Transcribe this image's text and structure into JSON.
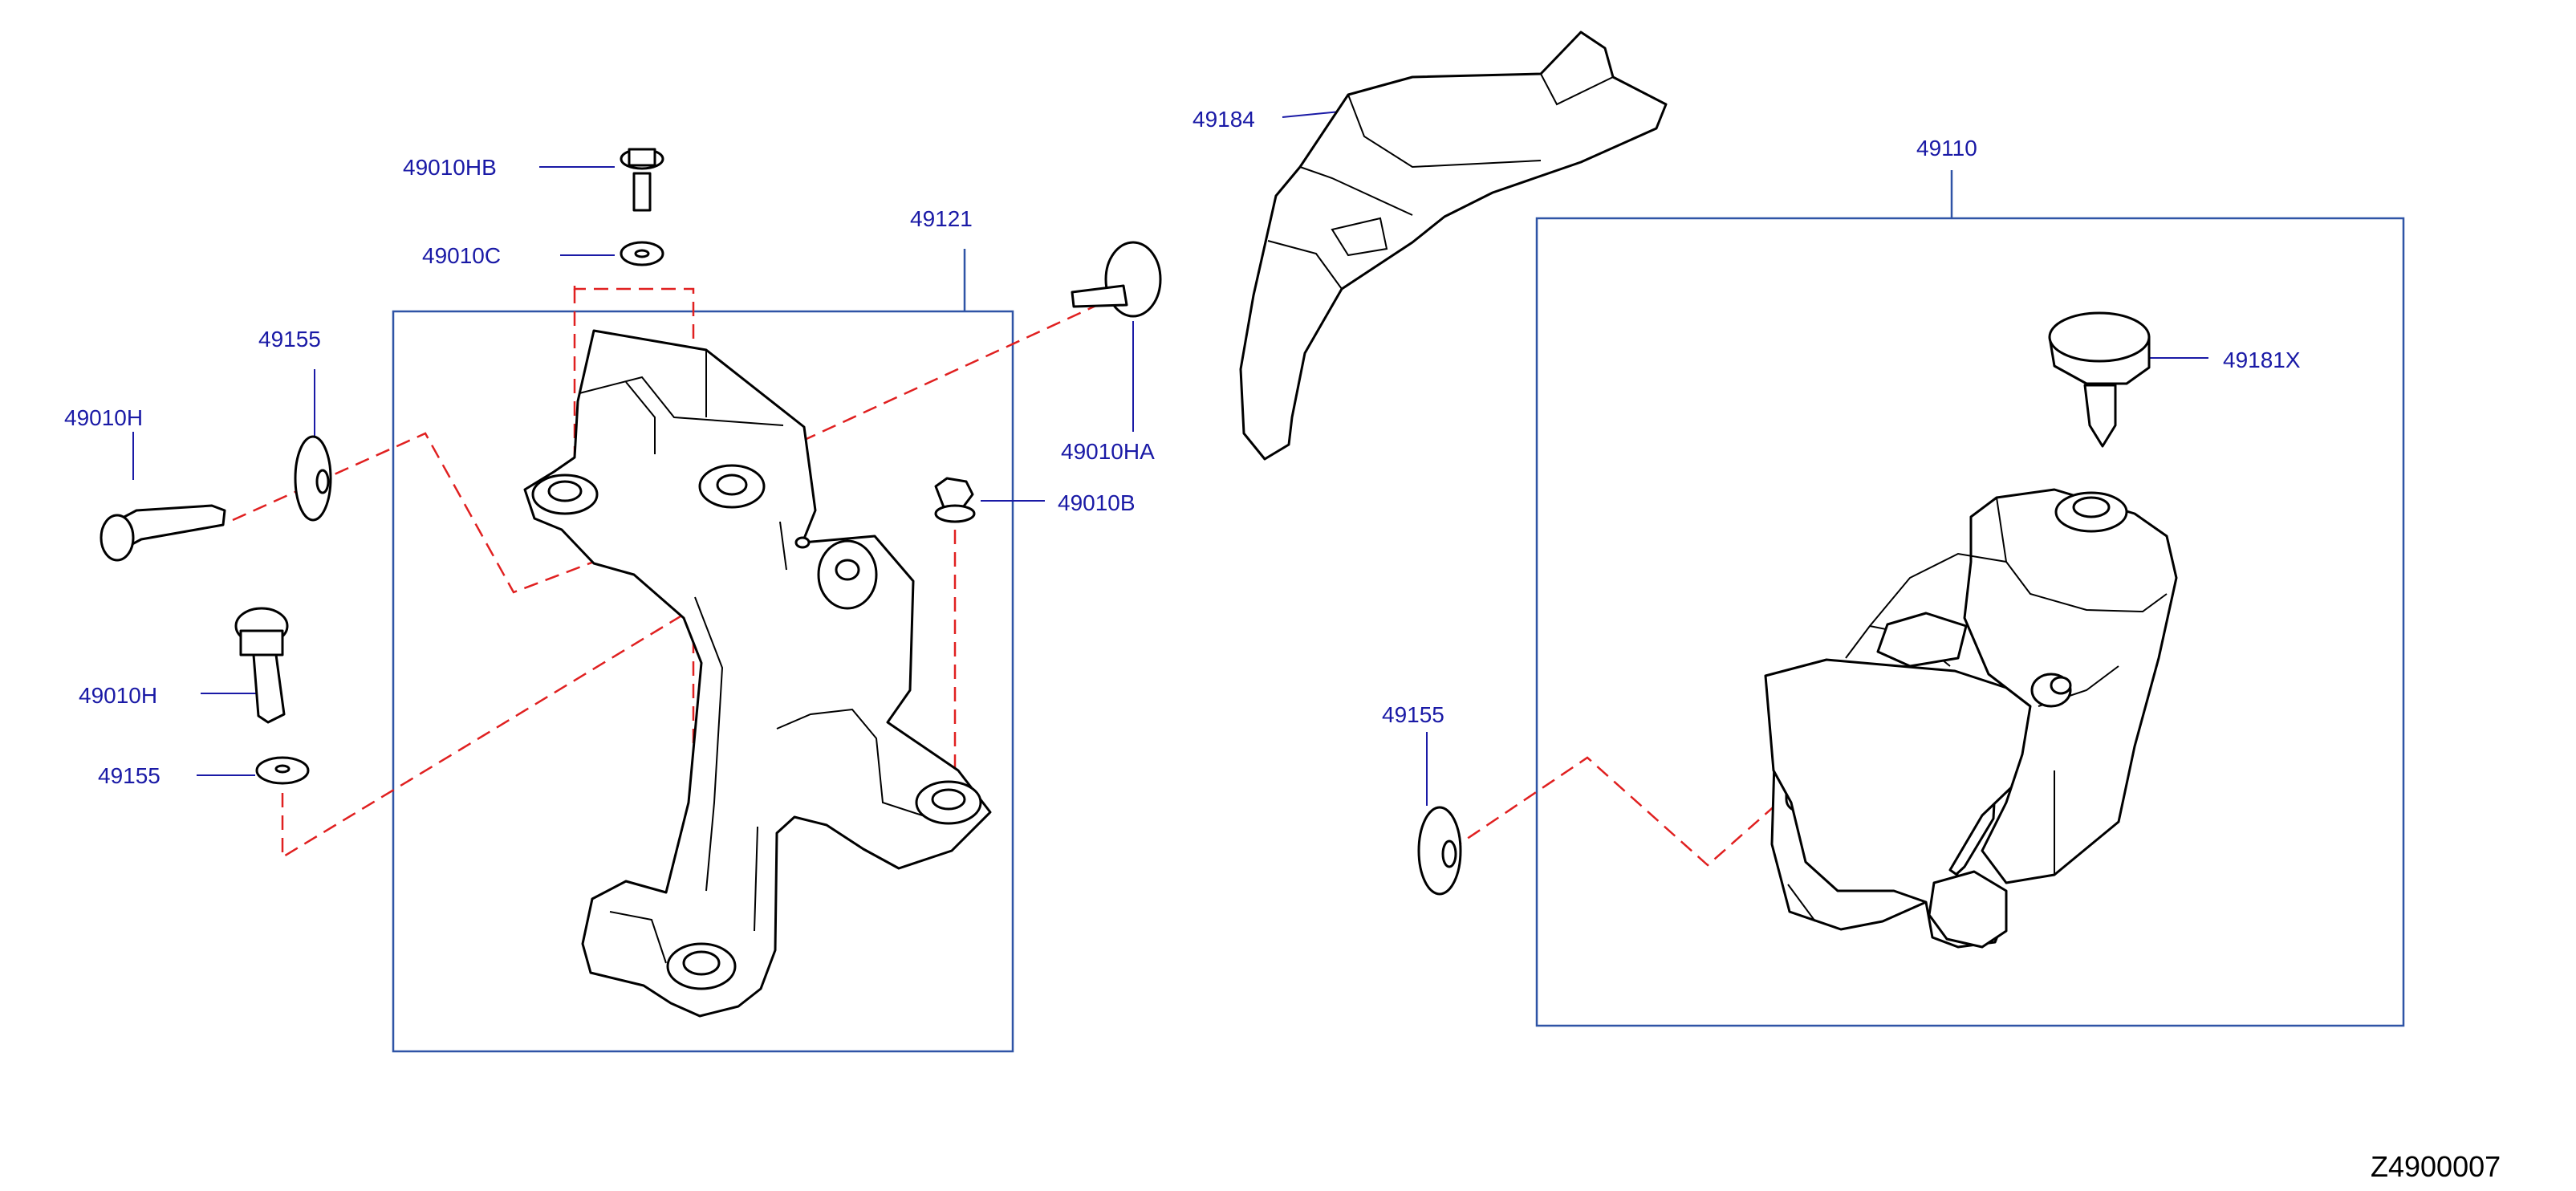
{
  "labels": {
    "p49010HB": "49010HB",
    "p49010C": "49010C",
    "p49121": "49121",
    "p49155_a": "49155",
    "p49010H_a": "49010H",
    "p49010H_b": "49010H",
    "p49155_b": "49155",
    "p49184": "49184",
    "p49010HA": "49010HA",
    "p49010B": "49010B",
    "p49110": "49110",
    "p49181X": "49181X",
    "p49155_c": "49155"
  },
  "diagram_ref": "Z4900007",
  "colors": {
    "label_text": "#1a1aa6",
    "leader_line": "#1a1aa6",
    "group_frame": "#2f54a6",
    "dashed_connector": "#e02020",
    "part_outline": "#000000"
  }
}
